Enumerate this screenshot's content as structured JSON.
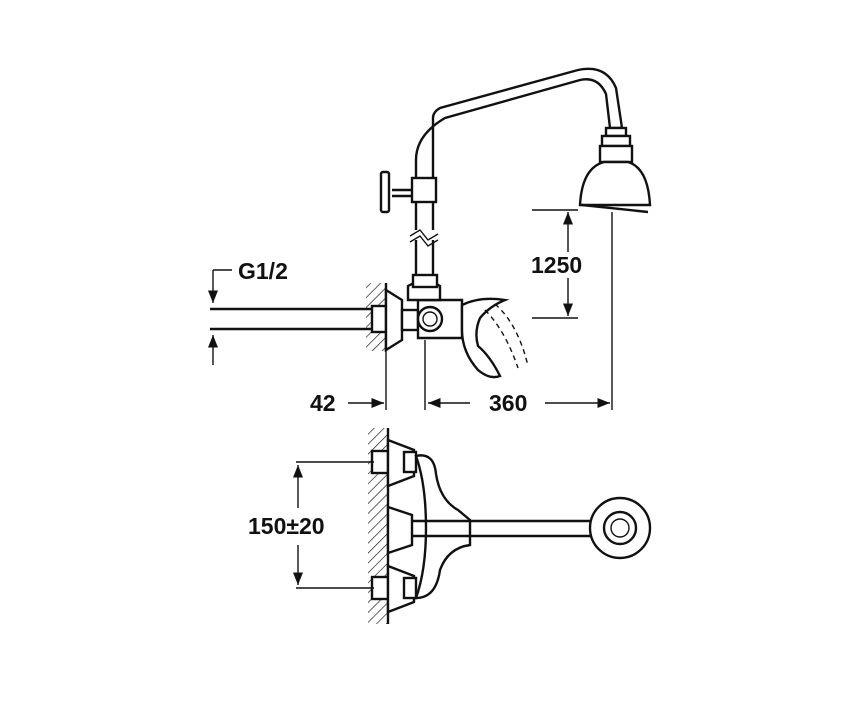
{
  "dimensions": {
    "thread": "G1/2",
    "wall_offset": "42",
    "spout_reach": "360",
    "shower_height": "1250",
    "inlet_spacing": "150±20"
  }
}
